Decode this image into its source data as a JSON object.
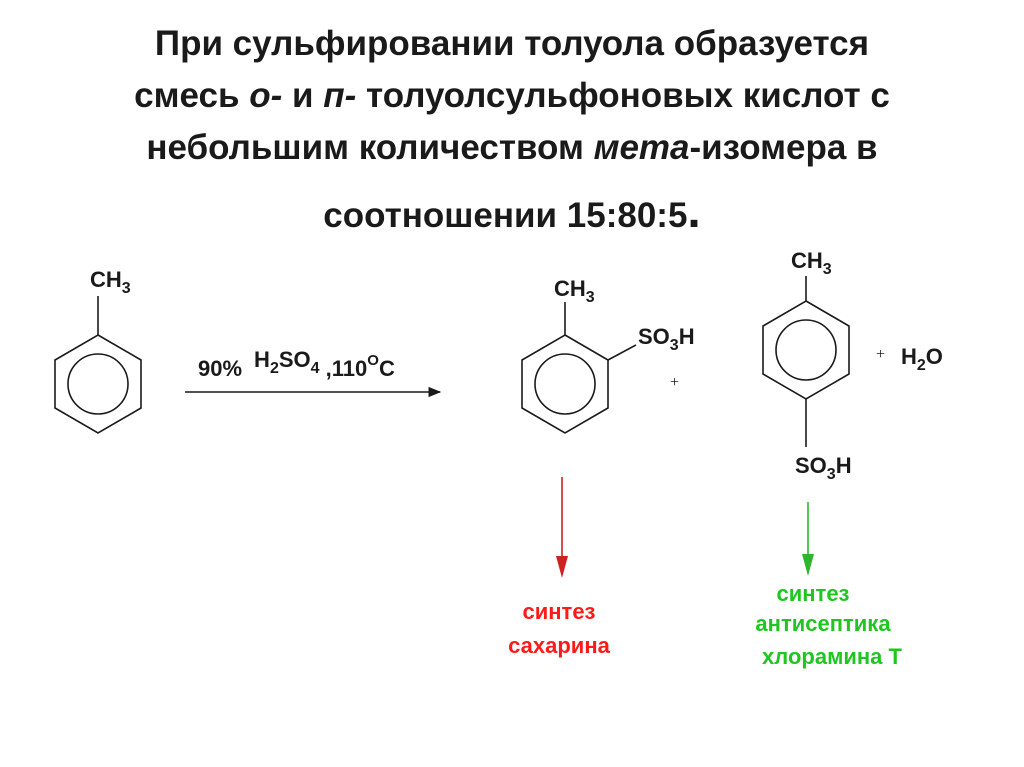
{
  "title": {
    "line1": "При сульфировании толуола образуется",
    "line2_pre": "смесь ",
    "line2_o": "о-",
    "line2_mid": " и ",
    "line2_p": "п-",
    "line2_post": " толуолсульфоновых кислот с",
    "line3_pre": "небольшим количеством ",
    "line3_meta": "мета",
    "line3_post": "-изомера в",
    "line4_pre": "соотношении 15:80:5",
    "line4_dot": "."
  },
  "reaction": {
    "reactant_group": {
      "C": "CH",
      "n": "3"
    },
    "conditions": {
      "percent": "90%",
      "acid_h": "H",
      "acid_h_n": "2",
      "acid_so": "SO",
      "acid_so_n": "4",
      "temp": " ,110",
      "degree": "O",
      "unit": "C"
    },
    "ortho": {
      "methyl": {
        "C": "CH",
        "n": "3"
      },
      "sulfo": {
        "S": "SO",
        "n": "3",
        "H": "H"
      }
    },
    "plus_1": "+",
    "para": {
      "methyl": {
        "C": "CH",
        "n": "3"
      },
      "sulfo": {
        "S": "SO",
        "n": "3",
        "H": "H"
      }
    },
    "plus_2": "+",
    "water": {
      "H": "H",
      "n": "2",
      "O": "O"
    }
  },
  "applications": {
    "ortho": {
      "line1": "синтез",
      "line2": "сахарина"
    },
    "para": {
      "line1": "синтез",
      "line2": "антисептика",
      "line3": "хлорамина Т"
    }
  },
  "colors": {
    "ortho_arrow": "#cc2222",
    "ortho_text": "#ff1a1a",
    "para_arrow": "#2db52d",
    "para_text": "#1fc61f"
  }
}
